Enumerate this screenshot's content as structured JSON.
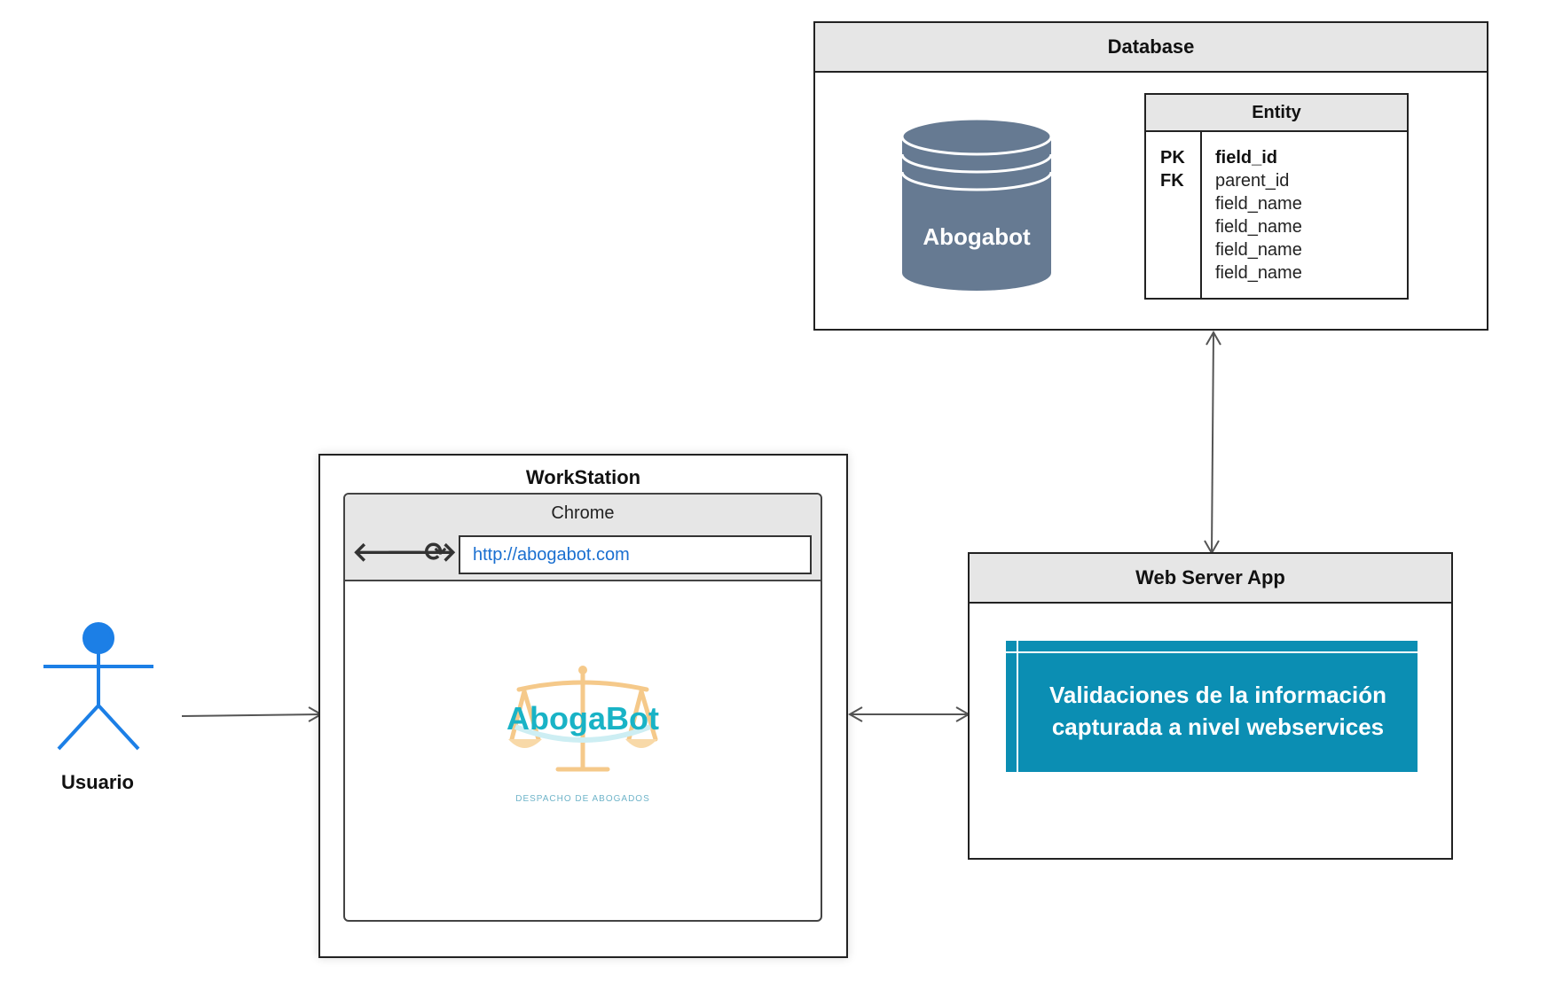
{
  "actor": {
    "label": "Usuario"
  },
  "workstation": {
    "title": "WorkStation",
    "browser": {
      "title": "Chrome",
      "url": "http://abogabot.com",
      "nav_back": "🡐",
      "nav_forward": "🡒",
      "nav_reload": "⟳",
      "logo_text": "AbogaBot",
      "logo_subtitle": "DESPACHO DE ABOGADOS"
    }
  },
  "database": {
    "title": "Database",
    "cylinder_label": "Abogabot",
    "entity": {
      "title": "Entity",
      "keys": [
        "PK",
        "FK"
      ],
      "fields": [
        "field_id",
        "parent_id",
        "field_name",
        "field_name",
        "field_name",
        "field_name"
      ]
    }
  },
  "webserver": {
    "title": "Web Server App",
    "process_lines": [
      "Validaciones de la información",
      "capturada a nivel webservices"
    ]
  },
  "colors": {
    "actor": "#1c7fe6",
    "cylinder": "#667a92",
    "process": "#0b8eb3",
    "header": "#e6e6e6"
  }
}
